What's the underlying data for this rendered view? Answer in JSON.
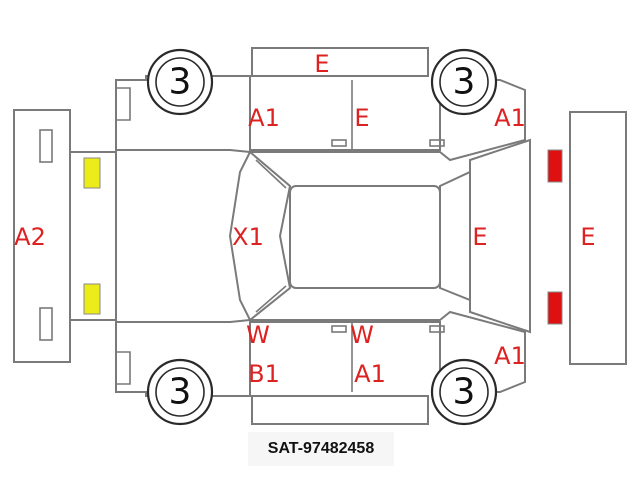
{
  "colors": {
    "outline": "#7a7a7a",
    "damage_code": "#dd2222",
    "front_light": "#ecec1a",
    "rear_light": "#dd1111"
  },
  "tires": [
    {
      "name": "tire-front-left",
      "label": "3"
    },
    {
      "name": "tire-rear-left",
      "label": "3"
    },
    {
      "name": "tire-front-right",
      "label": "3"
    },
    {
      "name": "tire-rear-right",
      "label": "3"
    }
  ],
  "codes": {
    "roof_left_top": "E",
    "front_door_left_top": "A1",
    "rear_door_left_top": "E",
    "quarter_left_top": "A1",
    "front_bumper": "A2",
    "windshield": "X1",
    "rear_window": "E",
    "rear_bumper": "E",
    "front_glass_bottom": "W",
    "front_door_bottom": "B1",
    "rear_glass_bottom": "W",
    "rear_door_bottom": "A1",
    "quarter_bottom": "A1"
  },
  "caption": "SAT-97482458"
}
